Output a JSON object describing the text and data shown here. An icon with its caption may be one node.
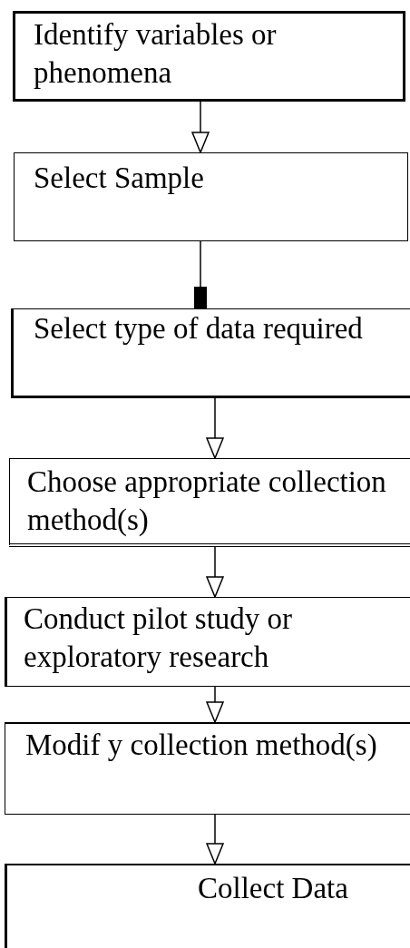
{
  "diagram": {
    "nodes": [
      {
        "text": [
          "Identify variables or phenomena"
        ]
      },
      {
        "text": [
          "Select Sample"
        ]
      },
      {
        "text": [
          "Select type of data required"
        ]
      },
      {
        "text": [
          "Choose appropriate collection method(s)"
        ]
      },
      {
        "text": [
          "Conduct pilot study or exploratory research"
        ]
      },
      {
        "text": [
          "Modif y collection method(s)"
        ]
      },
      {
        "text": [
          "Collect Data"
        ]
      }
    ],
    "edges": [
      {
        "from": 0,
        "to": 1,
        "arrow": "to"
      },
      {
        "from": 1,
        "to": 2,
        "arrow": "other"
      },
      {
        "from": 2,
        "to": 3,
        "arrow": "to"
      },
      {
        "from": 3,
        "to": 4,
        "arrow": "to"
      },
      {
        "from": 4,
        "to": 5,
        "arrow": "to"
      },
      {
        "from": 5,
        "to": 6,
        "arrow": "to"
      }
    ]
  }
}
